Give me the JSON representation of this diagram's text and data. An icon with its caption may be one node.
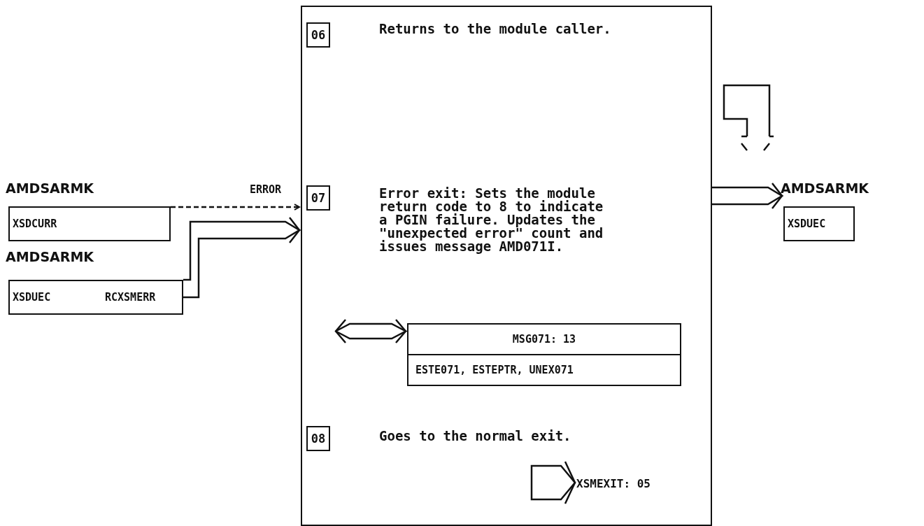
{
  "diagram": {
    "nodes": [
      {
        "text": [
          "AMDSARMK",
          "XSDCURR"
        ]
      },
      {
        "text": [
          "AMDSARMK",
          "XSDUEC",
          "RCXSMERR"
        ]
      },
      {
        "text": [],
        "shape": "box"
      },
      {
        "text": [
          "06"
        ],
        "in": 2,
        "beside": [
          "Returns to the module caller."
        ]
      },
      {
        "text": [
          "07"
        ],
        "in": 2,
        "beside": [
          "Error exit: Sets the module return code to 8 to indicate a PGIN failure. Updates the \"unexpected error\" count and issues message AMD071I."
        ]
      },
      {
        "text": [
          "MSG071: 13",
          "ESTE071, ESTEPTR, UNEX071"
        ],
        "in": 2
      },
      {
        "text": [
          "08"
        ],
        "in": 2,
        "beside": [
          "Goes to the normal exit."
        ]
      },
      {
        "text": [
          "XSMEXIT: 05"
        ],
        "in": 2
      },
      {
        "text": [
          "AMDSARMK",
          "XSDUEC"
        ]
      }
    ],
    "edges": [
      {
        "from": 0,
        "to": 2,
        "arrow": "to",
        "label": "ERROR",
        "style": "dashed"
      },
      {
        "from": 1,
        "to": 2,
        "arrow": "to"
      },
      {
        "from": 2,
        "to": 8,
        "arrow": "to"
      },
      {
        "from": null,
        "to": 5,
        "arrow": "both"
      },
      {
        "from": null,
        "to": 7,
        "arrow": "to"
      }
    ]
  }
}
